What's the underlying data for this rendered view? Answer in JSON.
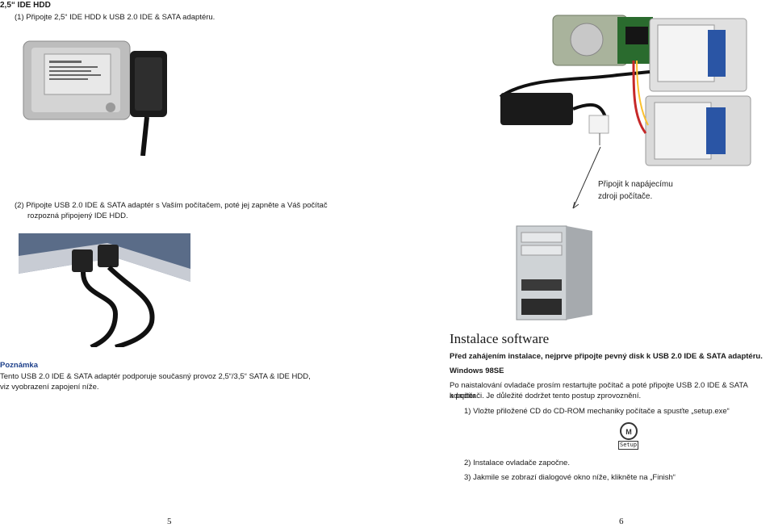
{
  "left": {
    "heading": "2,5“ IDE HDD",
    "step1": "(1)  Připojte 2,5“ IDE HDD k USB 2.0 IDE & SATA adaptéru.",
    "step2_line1": "(2)  Připojte USB 2.0 IDE & SATA adaptér s Vaším počítačem, poté jej zapněte a Váš počítač",
    "step2_line2": "rozpozná připojený IDE HDD.",
    "note_title": "Poznámka",
    "note_line1": "Tento USB 2.0 IDE & SATA adaptér podporuje současný provoz 2,5“/3,5“ SATA & IDE HDD,",
    "note_line2": "viz vyobrazení zapojení níže.",
    "page_number": "5"
  },
  "right": {
    "power_note_line1": "Připojit k napájecímu",
    "power_note_line2": "zdroji počítače.",
    "section_title": "Instalace software",
    "intro": "Před zahájením instalace, nejprve připojte pevný disk k USB 2.0 IDE & SATA adaptéru.",
    "os_heading": "Windows 98SE",
    "para_line1": "Po naistalování ovladače prosím restartujte počítač a poté připojte USB 2.0 IDE & SATA adaptér",
    "para_line2": "k počítači. Je důležité dodržet tento postup zprovoznění.",
    "step1": "1)   Vložte přiložené CD do CD-ROM mechaniky počítače a spusťte „setup.exe“",
    "setup_icon_label": "Setup",
    "step2": "2)   Instalace ovladače započne.",
    "step3": "3)   Jakmile se zobrazí dialogové okno níže, klikněte na „Finish“",
    "page_number": "6"
  },
  "icons": [
    "hdd-adapter-photo",
    "usb-cable-photo",
    "dual-hdd-photo",
    "pc-tower-photo",
    "setup-icon"
  ]
}
